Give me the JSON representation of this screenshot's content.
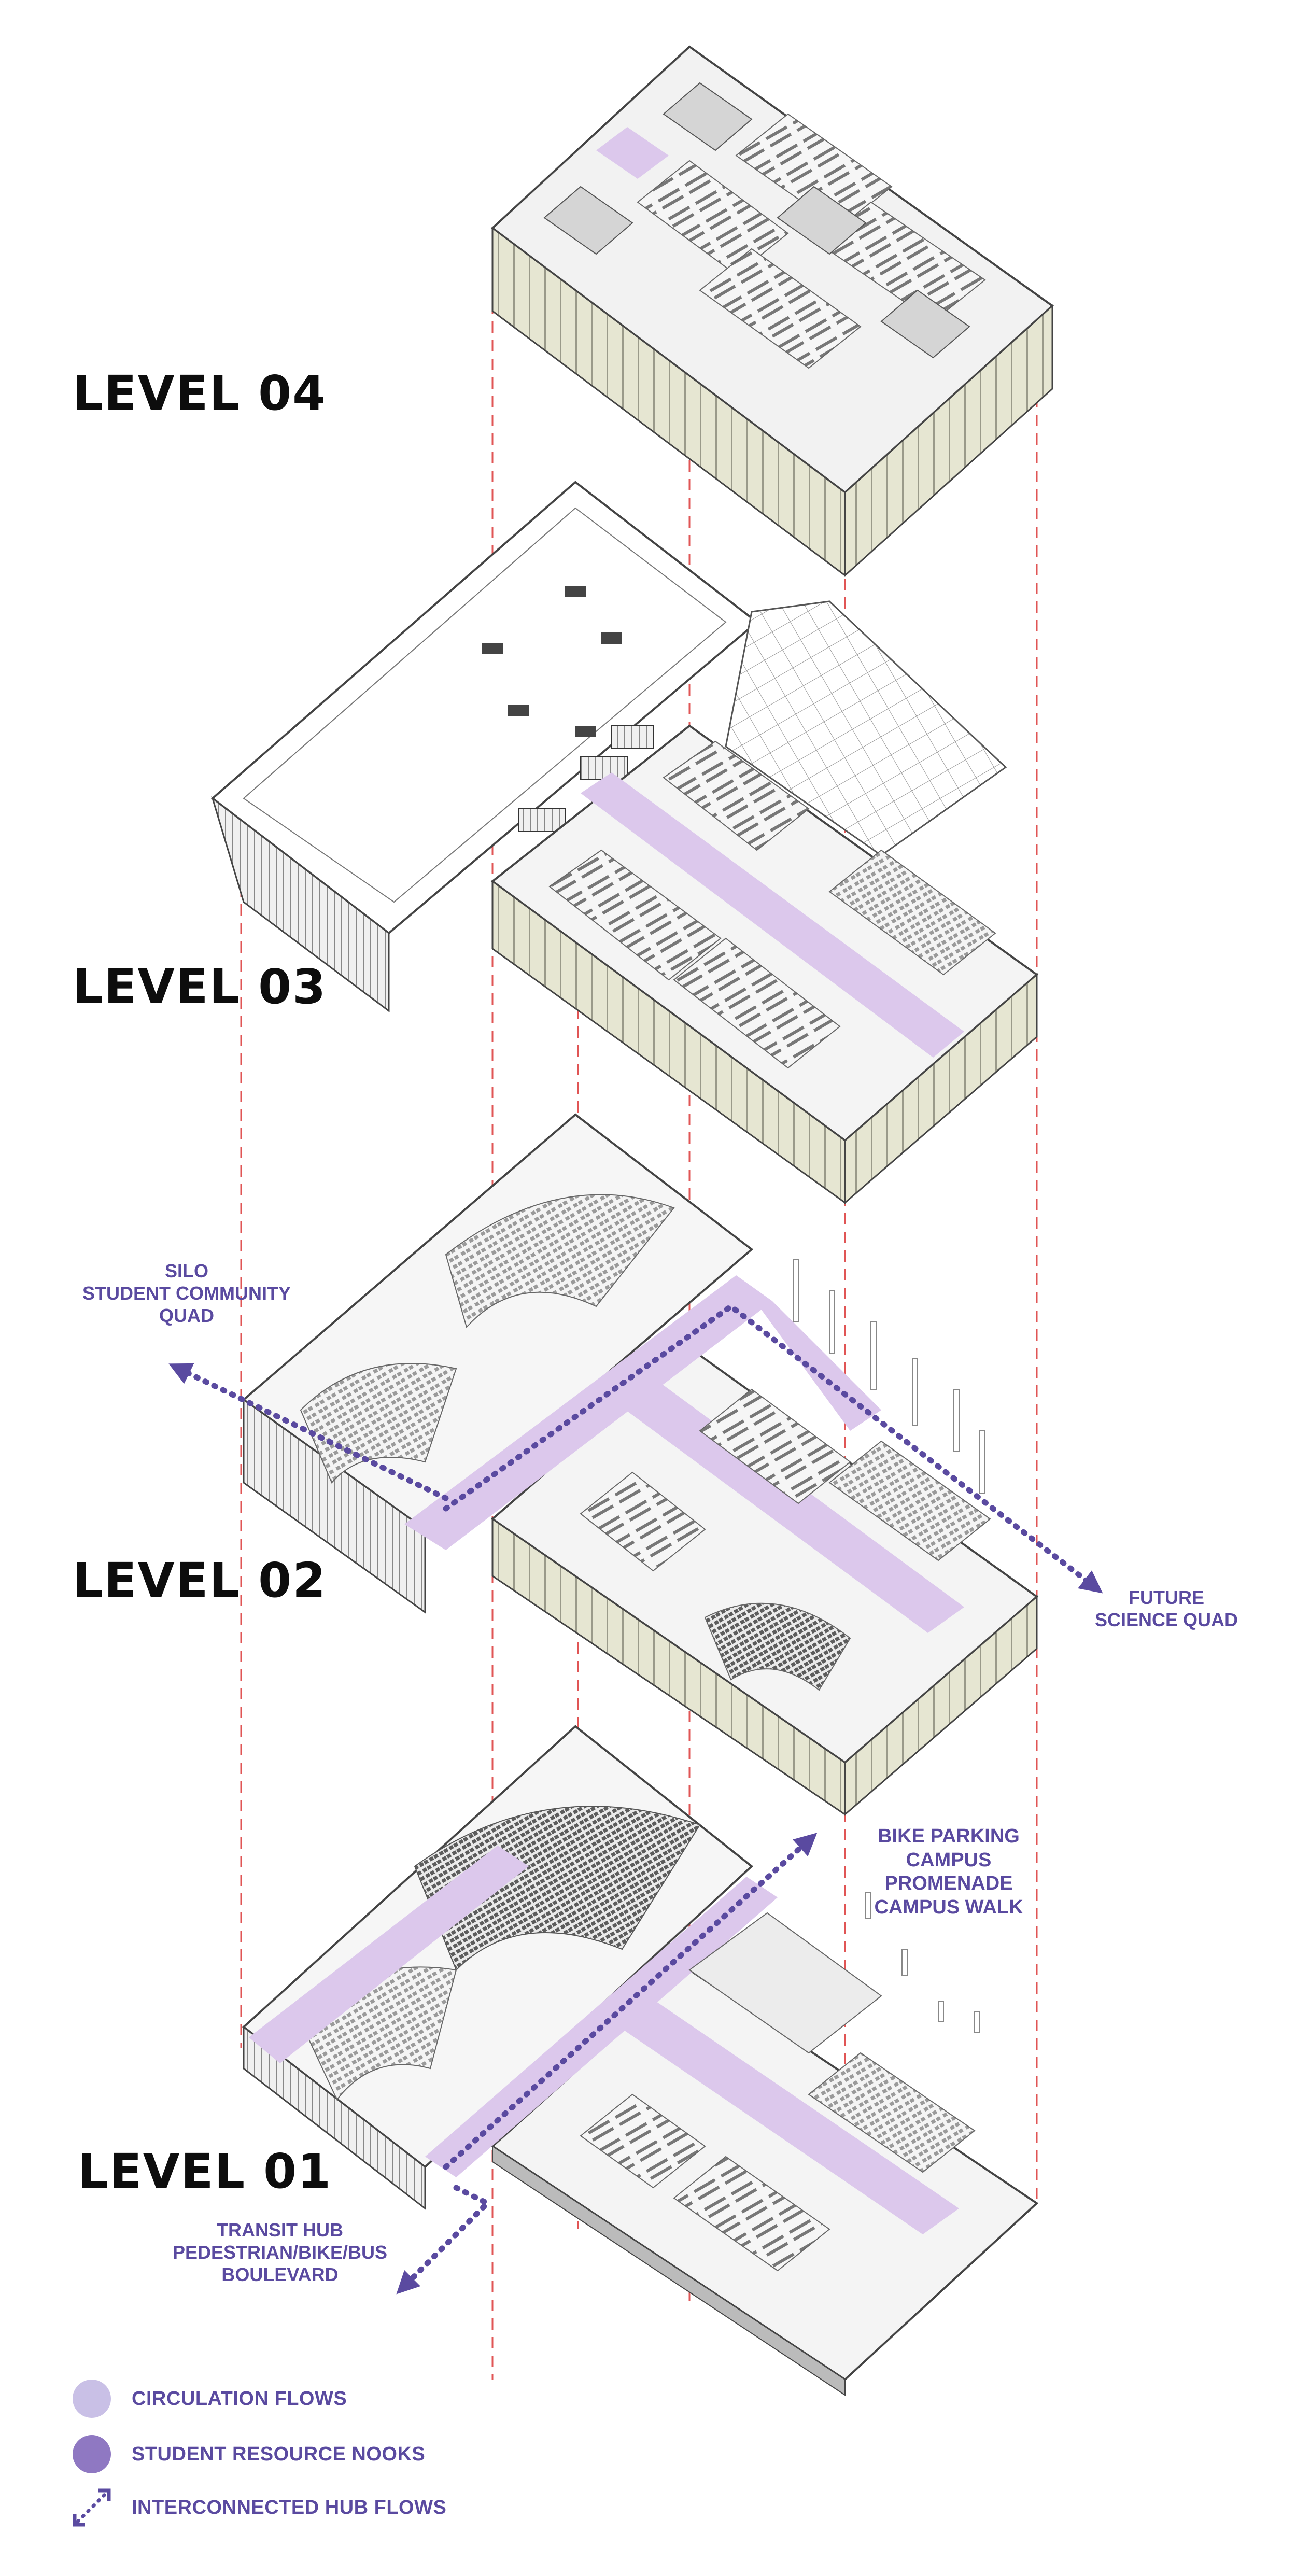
{
  "levels": [
    {
      "label": "LEVEL 04"
    },
    {
      "label": "LEVEL 03"
    },
    {
      "label": "LEVEL 02"
    },
    {
      "label": "LEVEL 01"
    }
  ],
  "annotations": {
    "silo": [
      "SILO",
      "STUDENT COMMUNITY",
      "QUAD"
    ],
    "future": [
      "FUTURE",
      "SCIENCE QUAD"
    ],
    "bike": [
      "BIKE PARKING",
      "CAMPUS PROMENADE",
      "CAMPUS WALK"
    ],
    "transit": [
      "TRANSIT HUB",
      "PEDESTRIAN/BIKE/BUS",
      "BOULEVARD"
    ]
  },
  "legend": [
    {
      "label": "CIRCULATION FLOWS",
      "icon": "light-circle-icon",
      "color": "#c9c0e6"
    },
    {
      "label": "STUDENT RESOURCE NOOKS",
      "icon": "dark-circle-icon",
      "color": "#8f78c2"
    },
    {
      "label": "INTERCONNECTED HUB FLOWS",
      "icon": "dotted-arrows-icon",
      "color": "#5a4aa0"
    }
  ],
  "colors": {
    "circulation": "#dcc8ec",
    "accent": "#5a4aa0",
    "guide_line": "#e05555",
    "facade": "#e6e6d2",
    "outline": "#555555"
  }
}
